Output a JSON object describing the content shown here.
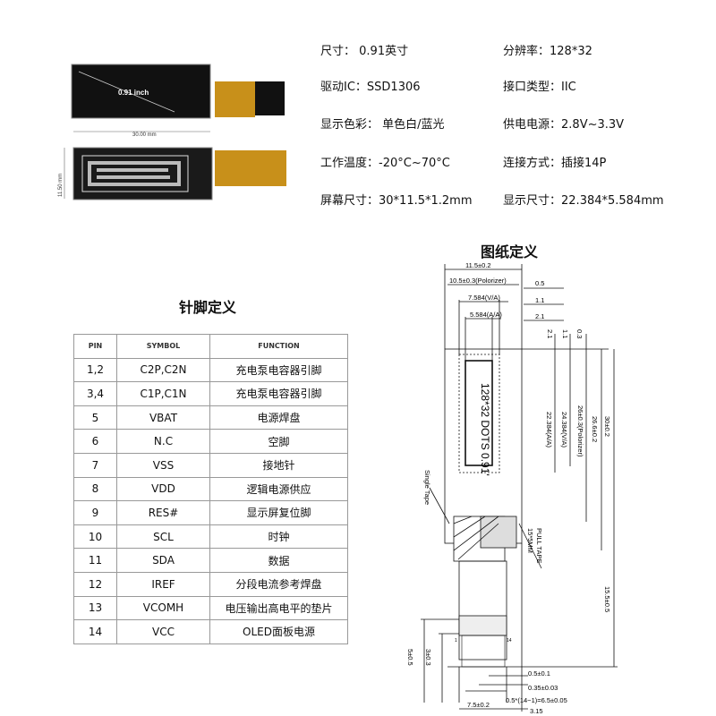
{
  "product": {
    "top_label": "0.91 inch",
    "width_label": "30.00 mm",
    "height_label": "11.50 mm"
  },
  "specs": [
    {
      "label": "尺寸：",
      "value": "0.91英寸"
    },
    {
      "label": "分辨率：",
      "value": "128*32"
    },
    {
      "label": "驱动IC：",
      "value": "SSD1306"
    },
    {
      "label": "接口类型：",
      "value": "IIC"
    },
    {
      "label": "显示色彩：",
      "value": "单色白/蓝光"
    },
    {
      "label": "供电电源：",
      "value": "2.8V~3.3V"
    },
    {
      "label": "工作温度：",
      "value": "-20°C~70°C"
    },
    {
      "label": "连接方式：",
      "value": "插接14P"
    },
    {
      "label": "屏幕尺寸：",
      "value": "30*11.5*1.2mm"
    },
    {
      "label": "显示尺寸：",
      "value": "22.384*5.584mm"
    }
  ],
  "pin_table": {
    "title": "针脚定义",
    "headers": [
      "PIN",
      "SYMBOL",
      "FUNCTION"
    ],
    "rows": [
      [
        "1,2",
        "C2P,C2N",
        "充电泵电容器引脚"
      ],
      [
        "3,4",
        "C1P,C1N",
        "充电泵电容器引脚"
      ],
      [
        "5",
        "VBAT",
        "电源焊盘"
      ],
      [
        "6",
        "N.C",
        "空脚"
      ],
      [
        "7",
        "VSS",
        "接地针"
      ],
      [
        "8",
        "VDD",
        "逻辑电源供应"
      ],
      [
        "9",
        "RES#",
        "显示屏复位脚"
      ],
      [
        "10",
        "SCL",
        "时钟"
      ],
      [
        "11",
        "SDA",
        "数据"
      ],
      [
        "12",
        "IREF",
        "分段电流参考焊盘"
      ],
      [
        "13",
        "VCOMH",
        "电压输出高电平的垫片"
      ],
      [
        "14",
        "VCC",
        "OLED面板电源"
      ]
    ]
  },
  "drawing": {
    "title": "图纸定义",
    "dims": {
      "w_total": "11.5±0.2",
      "w_pol": "10.5±0.3(Polorizer)",
      "w_va": "7.584(V/A)",
      "w_aa": "5.584(A/A)",
      "d05": "0.5",
      "d11": "1.1",
      "d21": "2.1",
      "v21": "2.1",
      "v11": "1.1",
      "v03": "0.3",
      "h_aa": "22.384(A/A)",
      "h_va": "24.384(V/A)",
      "h_pol": "26±0.3(Polorizer)",
      "h_glass": "26.6±0.2",
      "h_total": "30±0.2",
      "fpc": "15.5±0.5",
      "pitch": "0.5±0.1",
      "pin_w": "0.35±0.03",
      "span": "0.5*(14−1)=6.5±0.05",
      "fpc_w": "7.5±0.2",
      "offset": "3.15",
      "d3": "3±0.3",
      "d5": "5±0.5",
      "pin1": "1",
      "pin14": "14"
    },
    "screen_text": "128*32  DOTS  0.91'",
    "single_tape": "Single Tape",
    "pull_tape": "PULL TAPE",
    "pull_tape_size": "15*5MM"
  }
}
